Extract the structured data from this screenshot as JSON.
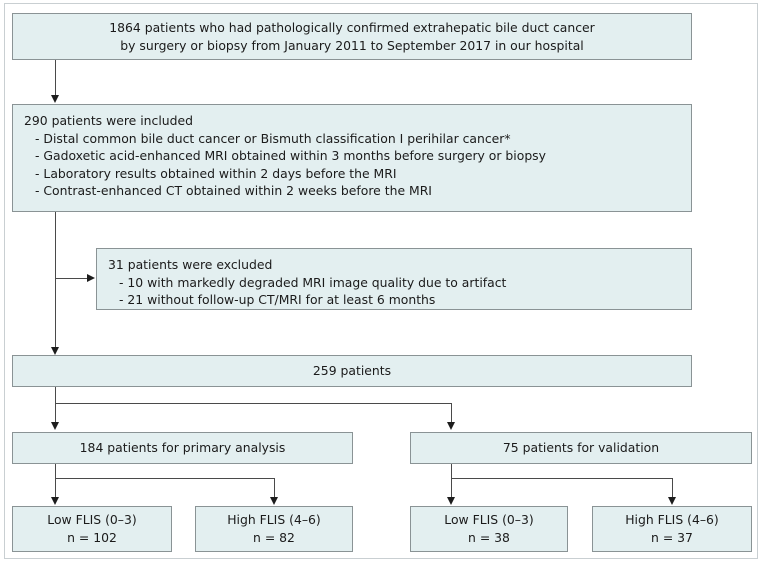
{
  "figure": {
    "type": "study-flow-diagram",
    "accent_box_fill": "#e3eff0",
    "box_border_color": "#8a9395",
    "connector_color": "#4a4a4a",
    "text_color": "#1b1b1b"
  },
  "nodes": {
    "enrollment": {
      "line1": "1864 patients who had pathologically confirmed extrahepatic bile duct cancer",
      "line2": "by surgery or biopsy from January 2011 to September 2017 in our hospital"
    },
    "included": {
      "heading": "290 patients were included",
      "criteria": [
        "- Distal common bile duct cancer or Bismuth classification I perihilar cancer*",
        "- Gadoxetic acid-enhanced MRI obtained within 3 months before surgery or biopsy",
        "- Laboratory results obtained within 2 days before the MRI",
        "- Contrast-enhanced CT obtained within 2 weeks before the MRI"
      ]
    },
    "excluded": {
      "heading": "31 patients were excluded",
      "reasons": [
        "- 10 with markedly degraded MRI image quality due to artifact",
        "- 21 without follow-up CT/MRI for at least 6 months"
      ]
    },
    "remaining": {
      "label": "259 patients"
    },
    "cohorts": [
      {
        "label": "184 patients for primary analysis"
      },
      {
        "label": "75 patients for validation"
      }
    ],
    "outcomes": [
      {
        "label": "Low FLIS (0–3)",
        "count": "n = 102"
      },
      {
        "label": "High FLIS (4–6)",
        "count": "n = 82"
      },
      {
        "label": "Low FLIS (0–3)",
        "count": "n = 38"
      },
      {
        "label": "High FLIS (4–6)",
        "count": "n = 37"
      }
    ]
  }
}
